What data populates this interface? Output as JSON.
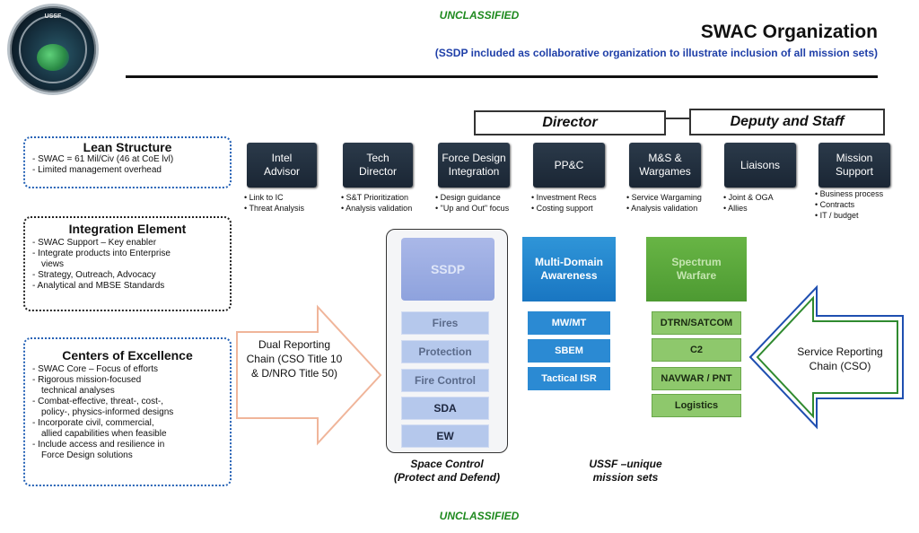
{
  "classification": {
    "top": "UNCLASSIFIED",
    "bottom": "UNCLASSIFIED"
  },
  "header": {
    "title": "SWAC Organization",
    "subtitle": "(SSDP included as collaborative organization to illustrate inclusion of all mission sets)",
    "logo_text": "USSF"
  },
  "leadership": {
    "director": "Director",
    "deputy": "Deputy and Staff"
  },
  "staff_boxes": [
    {
      "label_1": "Intel",
      "label_2": "Advisor",
      "bullets": [
        "• Link to IC",
        "• Threat Analysis"
      ]
    },
    {
      "label_1": "Tech",
      "label_2": "Director",
      "bullets": [
        "• S&T Prioritization",
        "• Analysis validation"
      ]
    },
    {
      "label_1": "Force Design",
      "label_2": "Integration",
      "bullets": [
        "• Design guidance",
        "• \"Up and Out\" focus"
      ]
    },
    {
      "label_1": "PP&C",
      "label_2": "",
      "bullets": [
        "• Investment Recs",
        "• Costing support"
      ]
    },
    {
      "label_1": "M&S &",
      "label_2": "Wargames",
      "bullets": [
        "• Service Wargaming",
        "• Analysis validation"
      ]
    },
    {
      "label_1": "Liaisons",
      "label_2": "",
      "bullets": [
        "• Joint & OGA",
        "• Allies"
      ]
    },
    {
      "label_1": "Mission",
      "label_2": "Support",
      "bullets": [
        "• Business process",
        "• Contracts",
        "• IT / budget"
      ]
    }
  ],
  "side_boxes": {
    "lean": {
      "title": "Lean Structure",
      "items": [
        "-  SWAC = 61 Mil/Civ (46 at CoE lvl)",
        "-  Limited management overhead"
      ]
    },
    "integration": {
      "title": "Integration Element",
      "items": [
        "-  SWAC Support – Key enabler",
        "-  Integrate products into Enterprise",
        "   views",
        "-  Strategy, Outreach, Advocacy",
        "-  Analytical and MBSE Standards"
      ]
    },
    "coe": {
      "title": "Centers of Excellence",
      "items": [
        "-  SWAC Core – Focus of efforts",
        "-  Rigorous mission-focused",
        "   technical analyses",
        "-  Combat-effective, threat-, cost-,",
        "   policy-, physics-informed designs",
        "-  Incorporate civil, commercial,",
        "   allied capabilities when feasible",
        "-  Include access and resilience in",
        "   Force Design solutions"
      ]
    }
  },
  "arrows": {
    "left": {
      "line_1": "Dual Reporting",
      "line_2": "Chain (CSO Title 10",
      "line_3": "& D/NRO Title 50)"
    },
    "right": {
      "line_1": "Service Reporting",
      "line_2": "Chain (CSO)"
    }
  },
  "columns": {
    "ssdp": {
      "head": "SSDP",
      "items": [
        "Fires",
        "Protection",
        "Fire Control",
        "SDA",
        "EW"
      ]
    },
    "mda": {
      "head_1": "Multi-Domain",
      "head_2": "Awareness",
      "items": [
        "MW/MT",
        "SBEM",
        "Tactical ISR"
      ]
    },
    "sw": {
      "head_1": "Spectrum",
      "head_2": "Warfare",
      "items": [
        "DTRN/SATCOM",
        "C2",
        "NAVWAR / PNT",
        "Logistics"
      ]
    }
  },
  "captions": {
    "space_control_1": "Space Control",
    "space_control_2": "(Protect and Defend)",
    "ussf_1": "USSF –unique",
    "ussf_2": "mission sets"
  },
  "colors": {
    "navy_box": "#1f2b3a",
    "ssdp": "#9fb0e4",
    "mda": "#1f7fc8",
    "sw": "#5aa83c",
    "dotted_blue": "#2461b5"
  }
}
